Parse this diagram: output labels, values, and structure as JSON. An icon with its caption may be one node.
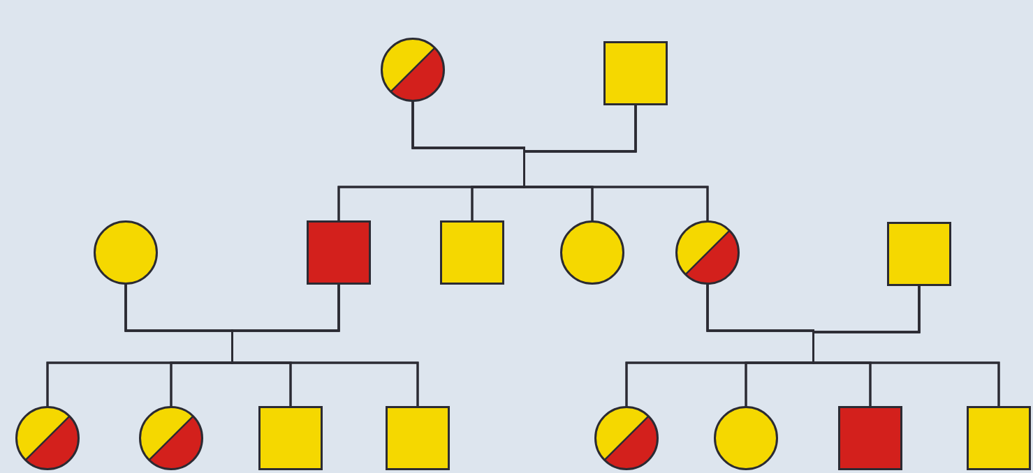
{
  "diagram": {
    "nodes": [
      {
        "text": [],
        "shape": "circle"
      },
      {
        "text": [],
        "shape": "box"
      },
      {
        "text": [],
        "shape": "circle"
      },
      {
        "text": [],
        "shape": "box"
      },
      {
        "text": [],
        "shape": "box"
      },
      {
        "text": [],
        "shape": "circle"
      },
      {
        "text": [],
        "shape": "circle"
      },
      {
        "text": [],
        "shape": "box"
      },
      {
        "text": [],
        "shape": "circle"
      },
      {
        "text": [],
        "shape": "circle"
      },
      {
        "text": [],
        "shape": "box"
      },
      {
        "text": [],
        "shape": "box"
      },
      {
        "text": [],
        "shape": "circle"
      },
      {
        "text": [],
        "shape": "circle"
      },
      {
        "text": [],
        "shape": "box"
      },
      {
        "text": [],
        "shape": "box"
      }
    ],
    "edges": [
      {
        "from": 0,
        "to": 3,
        "arrow": "none"
      },
      {
        "from": 0,
        "to": 4,
        "arrow": "none"
      },
      {
        "from": 0,
        "to": 5,
        "arrow": "none"
      },
      {
        "from": 0,
        "to": 6,
        "arrow": "none"
      },
      {
        "from": 1,
        "to": 3,
        "arrow": "none"
      },
      {
        "from": 1,
        "to": 4,
        "arrow": "none"
      },
      {
        "from": 1,
        "to": 5,
        "arrow": "none"
      },
      {
        "from": 1,
        "to": 6,
        "arrow": "none"
      },
      {
        "from": 2,
        "to": 8,
        "arrow": "none"
      },
      {
        "from": 2,
        "to": 9,
        "arrow": "none"
      },
      {
        "from": 2,
        "to": 10,
        "arrow": "none"
      },
      {
        "from": 2,
        "to": 11,
        "arrow": "none"
      },
      {
        "from": 3,
        "to": 8,
        "arrow": "none"
      },
      {
        "from": 3,
        "to": 9,
        "arrow": "none"
      },
      {
        "from": 3,
        "to": 10,
        "arrow": "none"
      },
      {
        "from": 3,
        "to": 11,
        "arrow": "none"
      },
      {
        "from": 6,
        "to": 12,
        "arrow": "none"
      },
      {
        "from": 6,
        "to": 13,
        "arrow": "none"
      },
      {
        "from": 6,
        "to": 14,
        "arrow": "none"
      },
      {
        "from": 6,
        "to": 15,
        "arrow": "none"
      },
      {
        "from": 7,
        "to": 12,
        "arrow": "none"
      },
      {
        "from": 7,
        "to": 13,
        "arrow": "none"
      },
      {
        "from": 7,
        "to": 14,
        "arrow": "none"
      },
      {
        "from": 7,
        "to": 15,
        "arrow": "none"
      }
    ]
  }
}
